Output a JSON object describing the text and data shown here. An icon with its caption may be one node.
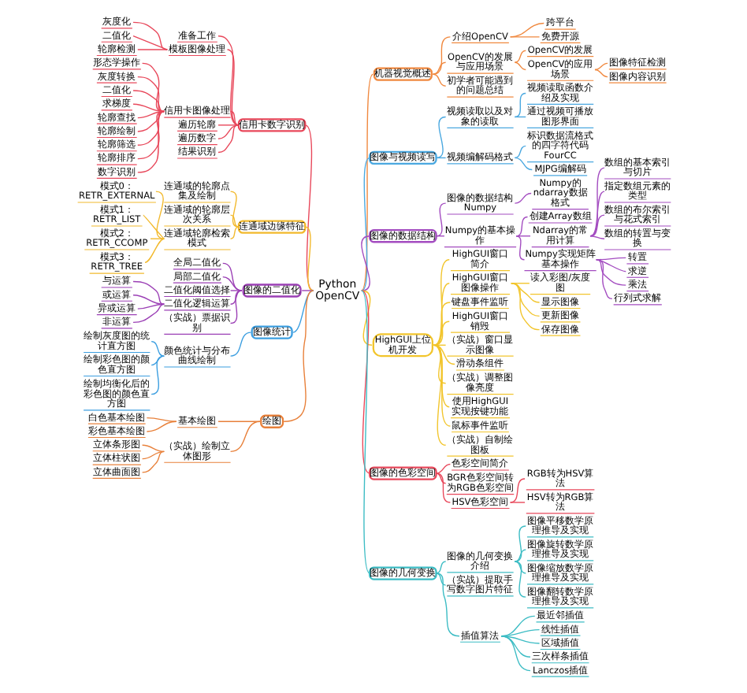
{
  "diagram": {
    "nodes": [
      {
        "text": [
          "Python OpenCV"
        ]
      },
      {
        "text": [
          "信用卡数字识别"
        ]
      },
      {
        "text": [
          "准备工作"
        ]
      },
      {
        "text": [
          "模板图像处理"
        ]
      },
      {
        "text": [
          "灰度化"
        ]
      },
      {
        "text": [
          "二值化"
        ]
      },
      {
        "text": [
          "轮廓检测"
        ]
      },
      {
        "text": [
          "信用卡图像处理"
        ]
      },
      {
        "text": [
          "形态学操作"
        ]
      },
      {
        "text": [
          "灰度转换"
        ]
      },
      {
        "text": [
          "二值化"
        ]
      },
      {
        "text": [
          "求梯度"
        ]
      },
      {
        "text": [
          "轮廓查找"
        ]
      },
      {
        "text": [
          "轮廓绘制"
        ]
      },
      {
        "text": [
          "轮廓筛选"
        ]
      },
      {
        "text": [
          "轮廓排序"
        ]
      },
      {
        "text": [
          "数字识别"
        ]
      },
      {
        "text": [
          "遍历轮廓"
        ]
      },
      {
        "text": [
          "遍历数字"
        ]
      },
      {
        "text": [
          "结果识别"
        ]
      },
      {
        "text": [
          "连通域边缘特征"
        ]
      },
      {
        "text": [
          "连通域的轮廓点集及绘制"
        ]
      },
      {
        "text": [
          "连通域的轮廓层次关系"
        ]
      },
      {
        "text": [
          "连通域轮廓检索模式"
        ]
      },
      {
        "text": [
          "模式0：RETR_EXTERNAL"
        ]
      },
      {
        "text": [
          "模式1：RETR_LIST"
        ]
      },
      {
        "text": [
          "模式2：RETR_CCOMP"
        ]
      },
      {
        "text": [
          "模式3：RETR_TREE"
        ]
      },
      {
        "text": [
          "图像的二值化"
        ]
      },
      {
        "text": [
          "全局二值化"
        ]
      },
      {
        "text": [
          "局部二值化"
        ]
      },
      {
        "text": [
          "二值化阈值选择"
        ]
      },
      {
        "text": [
          "二值化逻辑运算"
        ]
      },
      {
        "text": [
          "与运算"
        ]
      },
      {
        "text": [
          "或运算"
        ]
      },
      {
        "text": [
          "异或运算"
        ]
      },
      {
        "text": [
          "非运算"
        ]
      },
      {
        "text": [
          "（实战）票据识别"
        ]
      },
      {
        "text": [
          "图像统计"
        ]
      },
      {
        "text": [
          "颜色统计与分布曲线绘制"
        ]
      },
      {
        "text": [
          "绘制灰度图的统计直方图"
        ]
      },
      {
        "text": [
          "绘制彩色图的颜色直方图"
        ]
      },
      {
        "text": [
          "绘制均衡化后的彩色图的颜色直方图"
        ]
      },
      {
        "text": [
          "绘图"
        ]
      },
      {
        "text": [
          "基本绘图"
        ]
      },
      {
        "text": [
          "白色基本绘图"
        ]
      },
      {
        "text": [
          "彩色基本绘图"
        ]
      },
      {
        "text": [
          "（实战）绘制立体图形"
        ]
      },
      {
        "text": [
          "立体条形图"
        ]
      },
      {
        "text": [
          "立体柱状图"
        ]
      },
      {
        "text": [
          "立体曲面图"
        ]
      },
      {
        "text": [
          "机器视觉概述"
        ]
      },
      {
        "text": [
          "介绍OpenCV"
        ]
      },
      {
        "text": [
          "跨平台"
        ]
      },
      {
        "text": [
          "免费开源"
        ]
      },
      {
        "text": [
          "OpenCV的发展与应用场景"
        ]
      },
      {
        "text": [
          "OpenCV的发展"
        ]
      },
      {
        "text": [
          "OpenCV的应用场景"
        ]
      },
      {
        "text": [
          "图像特征检测"
        ]
      },
      {
        "text": [
          "图像内容识别"
        ]
      },
      {
        "text": [
          "初学者可能遇到的问题总结"
        ]
      },
      {
        "text": [
          "图像与视频读写"
        ]
      },
      {
        "text": [
          "视频读取以及对象的读取"
        ]
      },
      {
        "text": [
          "视频读取函数介绍及实现"
        ]
      },
      {
        "text": [
          "通过视频可播放图形界面"
        ]
      },
      {
        "text": [
          "视频编解码格式"
        ]
      },
      {
        "text": [
          "标识数据流格式的四字符代码FourCC"
        ]
      },
      {
        "text": [
          "MJPG编解码"
        ]
      },
      {
        "text": [
          "图像的数据结构"
        ]
      },
      {
        "text": [
          "图像的数据结构Numpy"
        ]
      },
      {
        "text": [
          "Numpy的ndarray数据格式"
        ]
      },
      {
        "text": [
          "Numpy的基本操作"
        ]
      },
      {
        "text": [
          "创建Array数组"
        ]
      },
      {
        "text": [
          "Ndarray的常用计算"
        ]
      },
      {
        "text": [
          "数组的基本索引与切片"
        ]
      },
      {
        "text": [
          "指定数组元素的类型"
        ]
      },
      {
        "text": [
          "数组的布尔索引与花式索引"
        ]
      },
      {
        "text": [
          "数组的转置与变换"
        ]
      },
      {
        "text": [
          "Numpy实现矩阵基本操作"
        ]
      },
      {
        "text": [
          "转置"
        ]
      },
      {
        "text": [
          "求逆"
        ]
      },
      {
        "text": [
          "乘法"
        ]
      },
      {
        "text": [
          "行列式求解"
        ]
      },
      {
        "text": [
          "HighGUI上位机开发"
        ]
      },
      {
        "text": [
          "HighGUI窗口简介"
        ]
      },
      {
        "text": [
          "HighGUI窗口图像操作"
        ]
      },
      {
        "text": [
          "读入彩图/灰度图"
        ]
      },
      {
        "text": [
          "显示图像"
        ]
      },
      {
        "text": [
          "更新图像"
        ]
      },
      {
        "text": [
          "保存图像"
        ]
      },
      {
        "text": [
          "键盘事件监听"
        ]
      },
      {
        "text": [
          "HighGUI窗口销毁"
        ]
      },
      {
        "text": [
          "（实战）窗口显示图像"
        ]
      },
      {
        "text": [
          "滑动条组件"
        ]
      },
      {
        "text": [
          "（实战）调整图像亮度"
        ]
      },
      {
        "text": [
          "使用HighGUI实现按键功能"
        ]
      },
      {
        "text": [
          "鼠标事件监听"
        ]
      },
      {
        "text": [
          "（实战）自制绘图板"
        ]
      },
      {
        "text": [
          "图像的色彩空间"
        ]
      },
      {
        "text": [
          "色彩空间简介"
        ]
      },
      {
        "text": [
          "BGR色彩空间转为RGB色彩空间"
        ]
      },
      {
        "text": [
          "HSV色彩空间"
        ]
      },
      {
        "text": [
          "RGB转为HSV算法"
        ]
      },
      {
        "text": [
          "HSV转为RGB算法"
        ]
      },
      {
        "text": [
          "图像的几何变换"
        ]
      },
      {
        "text": [
          "图像的几何变换介绍"
        ]
      },
      {
        "text": [
          "图像平移数学原理推导及实现"
        ]
      },
      {
        "text": [
          "图像旋转数学原理推导及实现"
        ]
      },
      {
        "text": [
          "图像缩放数学原理推导及实现"
        ]
      },
      {
        "text": [
          "图像翻转数学原理推导及实现"
        ]
      },
      {
        "text": [
          "（实战）提取手写数字图片特征"
        ]
      },
      {
        "text": [
          "插值算法"
        ]
      },
      {
        "text": [
          "最近邻插值"
        ]
      },
      {
        "text": [
          "线性插值"
        ]
      },
      {
        "text": [
          "区域插值"
        ]
      },
      {
        "text": [
          "三次样条插值"
        ]
      },
      {
        "text": [
          "Lanczos插值"
        ]
      }
    ],
    "edges": [
      {
        "from": 0,
        "to": 1,
        "arrow": "none",
        "color": "#e8475a"
      },
      {
        "from": 1,
        "to": 2,
        "arrow": "none",
        "color": "#e8475a"
      },
      {
        "from": 1,
        "to": 3,
        "arrow": "none",
        "color": "#e8475a"
      },
      {
        "from": 3,
        "to": 4,
        "arrow": "none",
        "color": "#e8475a"
      },
      {
        "from": 3,
        "to": 5,
        "arrow": "none",
        "color": "#e8475a"
      },
      {
        "from": 3,
        "to": 6,
        "arrow": "none",
        "color": "#e8475a"
      },
      {
        "from": 1,
        "to": 7,
        "arrow": "none",
        "color": "#e8475a"
      },
      {
        "from": 7,
        "to": 8,
        "arrow": "none",
        "color": "#e8475a"
      },
      {
        "from": 7,
        "to": 9,
        "arrow": "none",
        "color": "#e8475a"
      },
      {
        "from": 7,
        "to": 10,
        "arrow": "none",
        "color": "#e8475a"
      },
      {
        "from": 7,
        "to": 11,
        "arrow": "none",
        "color": "#e8475a"
      },
      {
        "from": 7,
        "to": 12,
        "arrow": "none",
        "color": "#e8475a"
      },
      {
        "from": 7,
        "to": 13,
        "arrow": "none",
        "color": "#e8475a"
      },
      {
        "from": 7,
        "to": 14,
        "arrow": "none",
        "color": "#e8475a"
      },
      {
        "from": 7,
        "to": 15,
        "arrow": "none",
        "color": "#e8475a"
      },
      {
        "from": 7,
        "to": 16,
        "arrow": "none",
        "color": "#e8475a"
      },
      {
        "from": 1,
        "to": 17,
        "arrow": "none",
        "color": "#e8475a"
      },
      {
        "from": 1,
        "to": 18,
        "arrow": "none",
        "color": "#e8475a"
      },
      {
        "from": 1,
        "to": 19,
        "arrow": "none",
        "color": "#e8475a"
      },
      {
        "from": 0,
        "to": 20,
        "arrow": "none",
        "color": "#f2b92c"
      },
      {
        "from": 20,
        "to": 21,
        "arrow": "none",
        "color": "#f2b92c"
      },
      {
        "from": 20,
        "to": 22,
        "arrow": "none",
        "color": "#f2b92c"
      },
      {
        "from": 20,
        "to": 23,
        "arrow": "none",
        "color": "#f2b92c"
      },
      {
        "from": 23,
        "to": 24,
        "arrow": "none",
        "color": "#f2b92c"
      },
      {
        "from": 23,
        "to": 25,
        "arrow": "none",
        "color": "#f2b92c"
      },
      {
        "from": 23,
        "to": 26,
        "arrow": "none",
        "color": "#f2b92c"
      },
      {
        "from": 23,
        "to": 27,
        "arrow": "none",
        "color": "#f2b92c"
      },
      {
        "from": 0,
        "to": 28,
        "arrow": "none",
        "color": "#9b3fb5"
      },
      {
        "from": 28,
        "to": 29,
        "arrow": "none",
        "color": "#9b3fb5"
      },
      {
        "from": 28,
        "to": 30,
        "arrow": "none",
        "color": "#9b3fb5"
      },
      {
        "from": 28,
        "to": 31,
        "arrow": "none",
        "color": "#9b3fb5"
      },
      {
        "from": 28,
        "to": 32,
        "arrow": "none",
        "color": "#9b3fb5"
      },
      {
        "from": 32,
        "to": 33,
        "arrow": "none",
        "color": "#9b3fb5"
      },
      {
        "from": 32,
        "to": 34,
        "arrow": "none",
        "color": "#9b3fb5"
      },
      {
        "from": 32,
        "to": 35,
        "arrow": "none",
        "color": "#9b3fb5"
      },
      {
        "from": 32,
        "to": 36,
        "arrow": "none",
        "color": "#9b3fb5"
      },
      {
        "from": 28,
        "to": 37,
        "arrow": "none",
        "color": "#9b3fb5"
      },
      {
        "from": 0,
        "to": 38,
        "arrow": "none",
        "color": "#3b9ee0"
      },
      {
        "from": 38,
        "to": 39,
        "arrow": "none",
        "color": "#3b9ee0"
      },
      {
        "from": 39,
        "to": 40,
        "arrow": "none",
        "color": "#3b9ee0"
      },
      {
        "from": 39,
        "to": 41,
        "arrow": "none",
        "color": "#3b9ee0"
      },
      {
        "from": 39,
        "to": 42,
        "arrow": "none",
        "color": "#3b9ee0"
      },
      {
        "from": 0,
        "to": 43,
        "arrow": "none",
        "color": "#e8803a"
      },
      {
        "from": 43,
        "to": 44,
        "arrow": "none",
        "color": "#e8803a"
      },
      {
        "from": 44,
        "to": 45,
        "arrow": "none",
        "color": "#e8803a"
      },
      {
        "from": 44,
        "to": 46,
        "arrow": "none",
        "color": "#e8803a"
      },
      {
        "from": 43,
        "to": 47,
        "arrow": "none",
        "color": "#e8803a"
      },
      {
        "from": 47,
        "to": 48,
        "arrow": "none",
        "color": "#e8803a"
      },
      {
        "from": 47,
        "to": 49,
        "arrow": "none",
        "color": "#e8803a"
      },
      {
        "from": 47,
        "to": 50,
        "arrow": "none",
        "color": "#e8803a"
      },
      {
        "from": 0,
        "to": 51,
        "arrow": "none",
        "color": "#f0883e"
      },
      {
        "from": 51,
        "to": 52,
        "arrow": "none",
        "color": "#f0883e"
      },
      {
        "from": 52,
        "to": 53,
        "arrow": "none",
        "color": "#f0883e"
      },
      {
        "from": 52,
        "to": 54,
        "arrow": "none",
        "color": "#f0883e"
      },
      {
        "from": 51,
        "to": 55,
        "arrow": "none",
        "color": "#f0883e"
      },
      {
        "from": 55,
        "to": 56,
        "arrow": "none",
        "color": "#f0883e"
      },
      {
        "from": 55,
        "to": 57,
        "arrow": "none",
        "color": "#f0883e"
      },
      {
        "from": 57,
        "to": 58,
        "arrow": "none",
        "color": "#f0883e"
      },
      {
        "from": 57,
        "to": 59,
        "arrow": "none",
        "color": "#f0883e"
      },
      {
        "from": 51,
        "to": 60,
        "arrow": "none",
        "color": "#f0883e"
      },
      {
        "from": 0,
        "to": 61,
        "arrow": "none",
        "color": "#4aa8e0"
      },
      {
        "from": 61,
        "to": 62,
        "arrow": "none",
        "color": "#4aa8e0"
      },
      {
        "from": 62,
        "to": 63,
        "arrow": "none",
        "color": "#4aa8e0"
      },
      {
        "from": 62,
        "to": 64,
        "arrow": "none",
        "color": "#4aa8e0"
      },
      {
        "from": 61,
        "to": 65,
        "arrow": "none",
        "color": "#4aa8e0"
      },
      {
        "from": 65,
        "to": 66,
        "arrow": "none",
        "color": "#4aa8e0"
      },
      {
        "from": 65,
        "to": 67,
        "arrow": "none",
        "color": "#4aa8e0"
      },
      {
        "from": 0,
        "to": 68,
        "arrow": "none",
        "color": "#a34cc0"
      },
      {
        "from": 68,
        "to": 69,
        "arrow": "none",
        "color": "#a34cc0"
      },
      {
        "from": 69,
        "to": 70,
        "arrow": "none",
        "color": "#a34cc0"
      },
      {
        "from": 68,
        "to": 71,
        "arrow": "none",
        "color": "#a34cc0"
      },
      {
        "from": 71,
        "to": 72,
        "arrow": "none",
        "color": "#a34cc0"
      },
      {
        "from": 71,
        "to": 73,
        "arrow": "none",
        "color": "#a34cc0"
      },
      {
        "from": 73,
        "to": 74,
        "arrow": "none",
        "color": "#a34cc0"
      },
      {
        "from": 73,
        "to": 75,
        "arrow": "none",
        "color": "#a34cc0"
      },
      {
        "from": 73,
        "to": 76,
        "arrow": "none",
        "color": "#a34cc0"
      },
      {
        "from": 73,
        "to": 77,
        "arrow": "none",
        "color": "#a34cc0"
      },
      {
        "from": 71,
        "to": 78,
        "arrow": "none",
        "color": "#a34cc0"
      },
      {
        "from": 78,
        "to": 79,
        "arrow": "none",
        "color": "#a34cc0"
      },
      {
        "from": 78,
        "to": 80,
        "arrow": "none",
        "color": "#a34cc0"
      },
      {
        "from": 78,
        "to": 81,
        "arrow": "none",
        "color": "#a34cc0"
      },
      {
        "from": 78,
        "to": 82,
        "arrow": "none",
        "color": "#a34cc0"
      },
      {
        "from": 0,
        "to": 83,
        "arrow": "none",
        "color": "#f2c52c"
      },
      {
        "from": 83,
        "to": 84,
        "arrow": "none",
        "color": "#f2c52c"
      },
      {
        "from": 83,
        "to": 85,
        "arrow": "none",
        "color": "#f2c52c"
      },
      {
        "from": 85,
        "to": 86,
        "arrow": "none",
        "color": "#f2c52c"
      },
      {
        "from": 85,
        "to": 87,
        "arrow": "none",
        "color": "#f2c52c"
      },
      {
        "from": 85,
        "to": 88,
        "arrow": "none",
        "color": "#f2c52c"
      },
      {
        "from": 85,
        "to": 89,
        "arrow": "none",
        "color": "#f2c52c"
      },
      {
        "from": 83,
        "to": 90,
        "arrow": "none",
        "color": "#f2c52c"
      },
      {
        "from": 83,
        "to": 91,
        "arrow": "none",
        "color": "#f2c52c"
      },
      {
        "from": 83,
        "to": 92,
        "arrow": "none",
        "color": "#f2c52c"
      },
      {
        "from": 83,
        "to": 93,
        "arrow": "none",
        "color": "#f2c52c"
      },
      {
        "from": 83,
        "to": 94,
        "arrow": "none",
        "color": "#f2c52c"
      },
      {
        "from": 83,
        "to": 95,
        "arrow": "none",
        "color": "#f2c52c"
      },
      {
        "from": 83,
        "to": 96,
        "arrow": "none",
        "color": "#f2c52c"
      },
      {
        "from": 83,
        "to": 97,
        "arrow": "none",
        "color": "#f2c52c"
      },
      {
        "from": 0,
        "to": 98,
        "arrow": "none",
        "color": "#e8475a"
      },
      {
        "from": 98,
        "to": 99,
        "arrow": "none",
        "color": "#e8475a"
      },
      {
        "from": 98,
        "to": 100,
        "arrow": "none",
        "color": "#e8475a"
      },
      {
        "from": 98,
        "to": 101,
        "arrow": "none",
        "color": "#e8475a"
      },
      {
        "from": 101,
        "to": 102,
        "arrow": "none",
        "color": "#e8475a"
      },
      {
        "from": 101,
        "to": 103,
        "arrow": "none",
        "color": "#e8475a"
      },
      {
        "from": 0,
        "to": 104,
        "arrow": "none",
        "color": "#3cbcc4"
      },
      {
        "from": 104,
        "to": 105,
        "arrow": "none",
        "color": "#3cbcc4"
      },
      {
        "from": 105,
        "to": 106,
        "arrow": "none",
        "color": "#3cbcc4"
      },
      {
        "from": 105,
        "to": 107,
        "arrow": "none",
        "color": "#3cbcc4"
      },
      {
        "from": 105,
        "to": 108,
        "arrow": "none",
        "color": "#3cbcc4"
      },
      {
        "from": 105,
        "to": 109,
        "arrow": "none",
        "color": "#3cbcc4"
      },
      {
        "from": 104,
        "to": 110,
        "arrow": "none",
        "color": "#3cbcc4"
      },
      {
        "from": 104,
        "to": 111,
        "arrow": "none",
        "color": "#3cbcc4"
      },
      {
        "from": 111,
        "to": 112,
        "arrow": "none",
        "color": "#3cbcc4"
      },
      {
        "from": 111,
        "to": 113,
        "arrow": "none",
        "color": "#3cbcc4"
      },
      {
        "from": 111,
        "to": 114,
        "arrow": "none",
        "color": "#3cbcc4"
      },
      {
        "from": 111,
        "to": 115,
        "arrow": "none",
        "color": "#3cbcc4"
      },
      {
        "from": 111,
        "to": 116,
        "arrow": "none",
        "color": "#3cbcc4"
      }
    ]
  }
}
